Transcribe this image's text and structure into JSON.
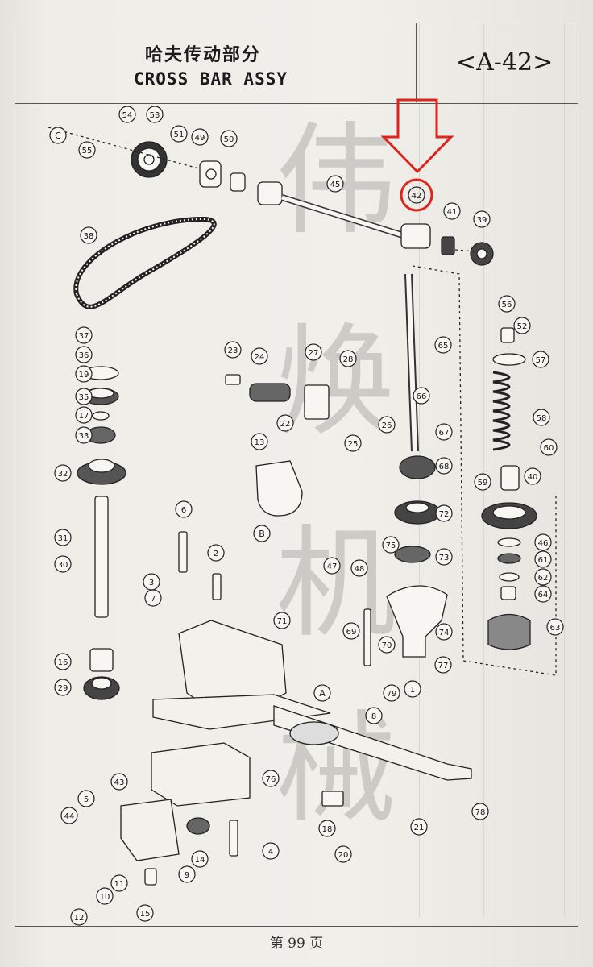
{
  "header": {
    "title_cn": "哈夫传动部分",
    "title_en": "CROSS BAR ASSY",
    "page_code": "<A-42>"
  },
  "footer": {
    "page_label": "第 99 页"
  },
  "watermark": [
    "伟",
    "焕",
    "机",
    "械"
  ],
  "highlight": {
    "part": "42",
    "color": "#e0241c"
  },
  "part_labels": [
    "54",
    "53",
    "C",
    "51",
    "49",
    "50",
    "55",
    "45",
    "42",
    "41",
    "39",
    "38",
    "37",
    "36",
    "19",
    "35",
    "17",
    "33",
    "32",
    "23",
    "24",
    "27",
    "28",
    "22",
    "26",
    "25",
    "13",
    "65",
    "66",
    "67",
    "68",
    "72",
    "56",
    "52",
    "57",
    "58",
    "60",
    "59",
    "40",
    "46",
    "61",
    "62",
    "64",
    "63",
    "6",
    "B",
    "2",
    "3",
    "7",
    "31",
    "30",
    "16",
    "29",
    "47",
    "48",
    "75",
    "73",
    "69",
    "70",
    "74",
    "77",
    "79",
    "A",
    "1",
    "8",
    "43",
    "44",
    "5",
    "76",
    "14",
    "4",
    "9",
    "11",
    "10",
    "12",
    "15",
    "18",
    "20",
    "21",
    "78",
    "71"
  ]
}
